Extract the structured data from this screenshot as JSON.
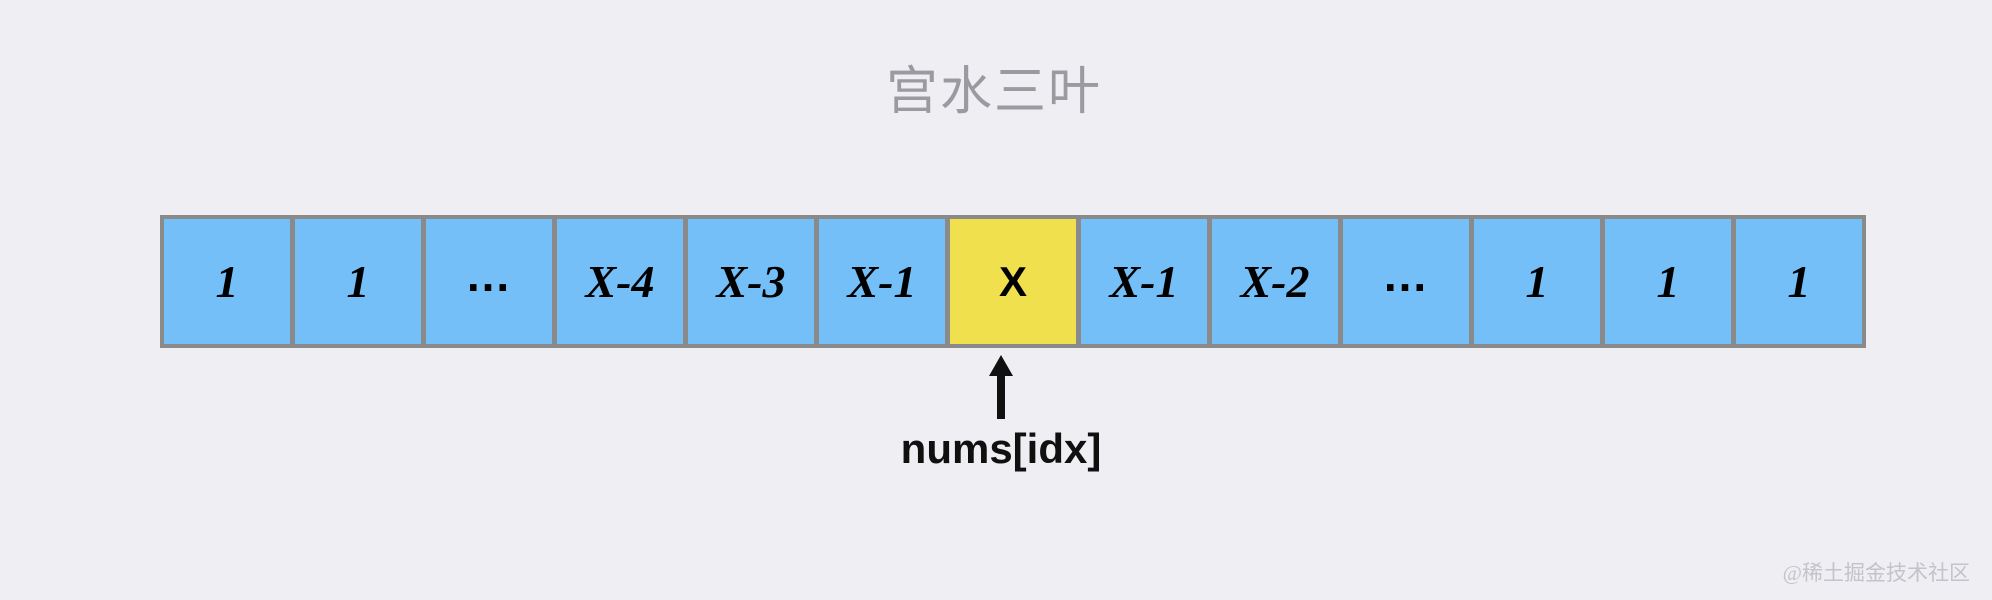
{
  "page": {
    "background_color": "#efeef2",
    "title": "宫水三叶",
    "title_color": "#9a9aa0"
  },
  "array": {
    "border_color": "#8a8a8a",
    "cell_color": "#74bff7",
    "highlight_color": "#f1e04e",
    "highlight_index": 6,
    "cells": [
      {
        "text": "1",
        "kind": "value",
        "highlighted": false
      },
      {
        "text": "1",
        "kind": "value",
        "highlighted": false
      },
      {
        "text": "...",
        "kind": "ellipsis",
        "highlighted": false
      },
      {
        "text": "X-4",
        "kind": "value",
        "highlighted": false
      },
      {
        "text": "X-3",
        "kind": "value",
        "highlighted": false
      },
      {
        "text": "X-1",
        "kind": "value",
        "highlighted": false
      },
      {
        "text": "X",
        "kind": "value",
        "highlighted": true
      },
      {
        "text": "X-1",
        "kind": "value",
        "highlighted": false
      },
      {
        "text": "X-2",
        "kind": "value",
        "highlighted": false
      },
      {
        "text": "...",
        "kind": "ellipsis",
        "highlighted": false
      },
      {
        "text": "1",
        "kind": "value",
        "highlighted": false
      },
      {
        "text": "1",
        "kind": "value",
        "highlighted": false
      },
      {
        "text": "1",
        "kind": "value",
        "highlighted": false
      }
    ]
  },
  "pointer": {
    "icon": "up-arrow-icon",
    "label": "nums[idx]",
    "color": "#101010"
  },
  "watermark": {
    "text": "@稀土掘金技术社区",
    "color": "#c3c3cb"
  }
}
